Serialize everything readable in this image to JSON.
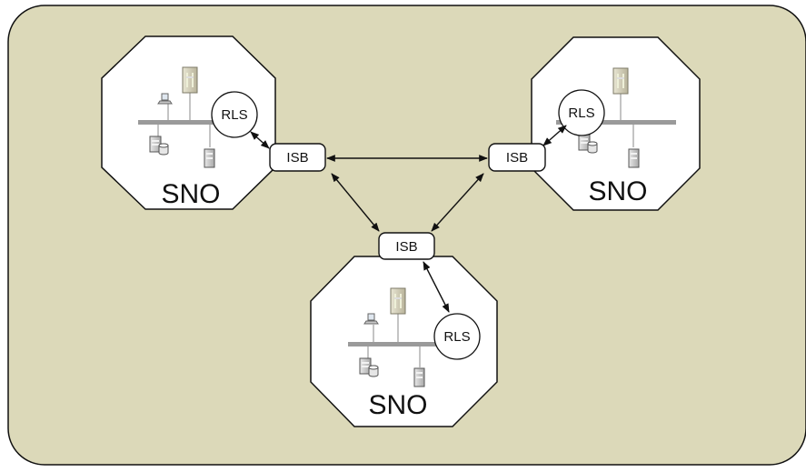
{
  "diagram": {
    "background_color": "#dcd9b9",
    "node_fill": "#ffffff",
    "stroke_color": "#111111",
    "network_bar_color": "#9a9a9a",
    "domains": [
      {
        "id": "top-left",
        "label": "SNO",
        "service": "RLS"
      },
      {
        "id": "top-right",
        "label": "SNO",
        "service": "RLS"
      },
      {
        "id": "bottom",
        "label": "SNO",
        "service": "RLS"
      }
    ],
    "buses": [
      {
        "id": "left",
        "label": "ISB"
      },
      {
        "id": "right",
        "label": "ISB"
      },
      {
        "id": "bottom",
        "label": "ISB"
      }
    ],
    "icons": [
      "laptop-icon",
      "server-tower-icon",
      "database-server-icon",
      "workstation-icon"
    ]
  }
}
